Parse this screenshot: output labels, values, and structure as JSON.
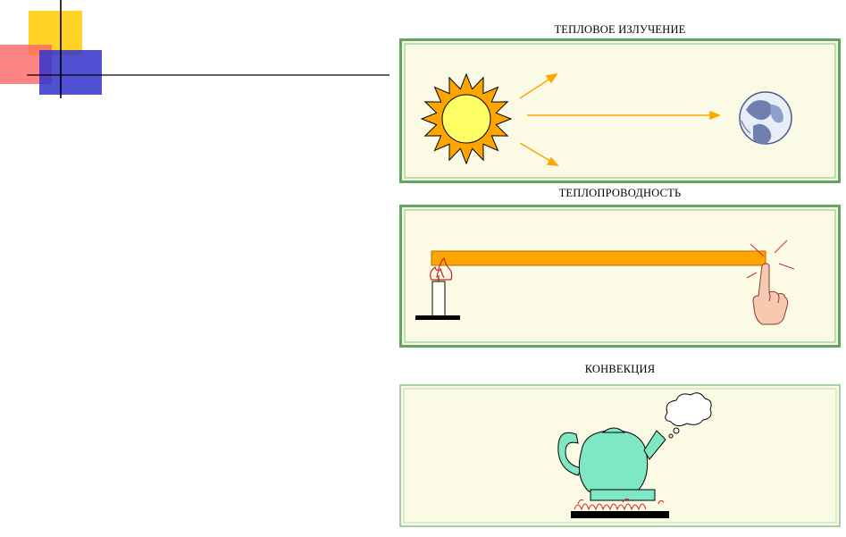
{
  "slide": {
    "accent_colors": [
      "#ffcc00",
      "#ff6666",
      "#3333cc"
    ]
  },
  "panels": [
    {
      "id": "radiation",
      "title": "ТЕПЛОВОЕ ИЗЛУЧЕНИЕ",
      "icons": [
        "sun-icon",
        "arrow-icon",
        "earth-icon"
      ]
    },
    {
      "id": "conduction",
      "title": "ТЕПЛОПРОВОДНОСТЬ",
      "icons": [
        "candle-icon",
        "flame-icon",
        "rod-icon",
        "hand-icon"
      ]
    },
    {
      "id": "convection",
      "title": "КОНВЕКЦИЯ",
      "icons": [
        "kettle-icon",
        "steam-cloud-icon",
        "stove-icon",
        "flame-icon"
      ]
    }
  ],
  "colors": {
    "panel_bg": "#fbfbe5",
    "panel_border": "#5fa65f",
    "sun_yellow": "#ffff66",
    "sun_orange": "#ffa500",
    "rod_orange": "#ffa500",
    "kettle": "#7ee8c4",
    "skin": "#f7c9b0"
  }
}
